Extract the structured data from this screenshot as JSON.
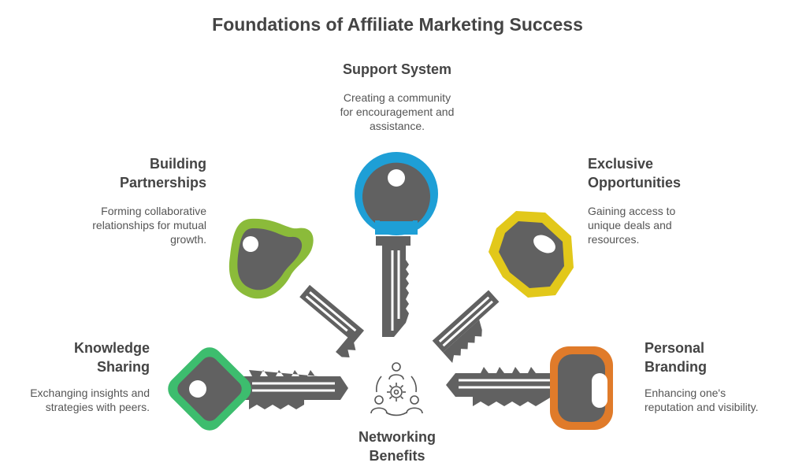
{
  "title": "Foundations of Affiliate Marketing Success",
  "center": {
    "label_line1": "Networking",
    "label_line2": "Benefits",
    "icon": "network-people-gear-icon"
  },
  "items": [
    {
      "id": "support-system",
      "label_line1": "Support System",
      "description_lines": [
        "Creating a community",
        "for encouragement and",
        "assistance."
      ],
      "color": "#1e9fd6"
    },
    {
      "id": "building-partnerships",
      "label_line1": "Building",
      "label_line2": "Partnerships",
      "description_lines": [
        "Forming collaborative",
        "relationships for mutual",
        "growth."
      ],
      "color": "#8bbb3a"
    },
    {
      "id": "exclusive-opportunities",
      "label_line1": "Exclusive",
      "label_line2": "Opportunities",
      "description_lines": [
        "Gaining access to",
        "unique deals and",
        "resources."
      ],
      "color": "#e2c81a"
    },
    {
      "id": "knowledge-sharing",
      "label_line1": "Knowledge",
      "label_line2": "Sharing",
      "description_lines": [
        "Exchanging insights and",
        "strategies with peers."
      ],
      "color": "#3dbd6e"
    },
    {
      "id": "personal-branding",
      "label_line1": "Personal",
      "label_line2": "Branding",
      "description_lines": [
        "Enhancing one's",
        "reputation and visibility."
      ],
      "color": "#e07b2a"
    }
  ],
  "key_color": "#616161"
}
